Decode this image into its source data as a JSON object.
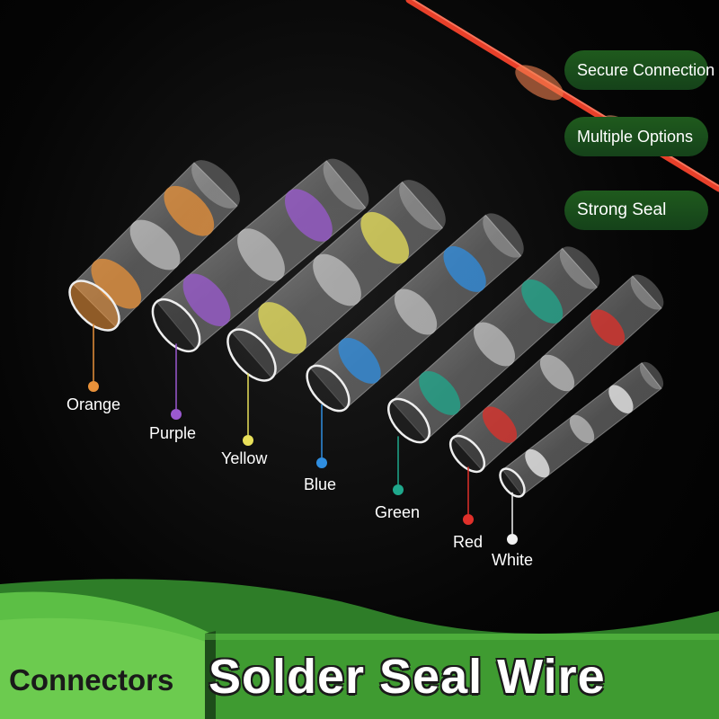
{
  "features": {
    "secure": "Secure Connection",
    "multiple": "Multiple Options",
    "strong": "Strong Seal"
  },
  "banner": {
    "left": "Connectors",
    "right": "Solder Seal Wire"
  },
  "connectors": [
    {
      "label": "Orange",
      "color": "#e8913a"
    },
    {
      "label": "Purple",
      "color": "#9b59d0"
    },
    {
      "label": "Yellow",
      "color": "#e8e05a"
    },
    {
      "label": "Blue",
      "color": "#2f8ee0"
    },
    {
      "label": "Green",
      "color": "#1fa88c"
    },
    {
      "label": "Red",
      "color": "#e0302a"
    },
    {
      "label": "White",
      "color": "#f2f2f2"
    }
  ],
  "colors": {
    "wire": "#e8402a",
    "banner_green": "#4caf3a",
    "banner_green_dark": "#2e7d28"
  }
}
